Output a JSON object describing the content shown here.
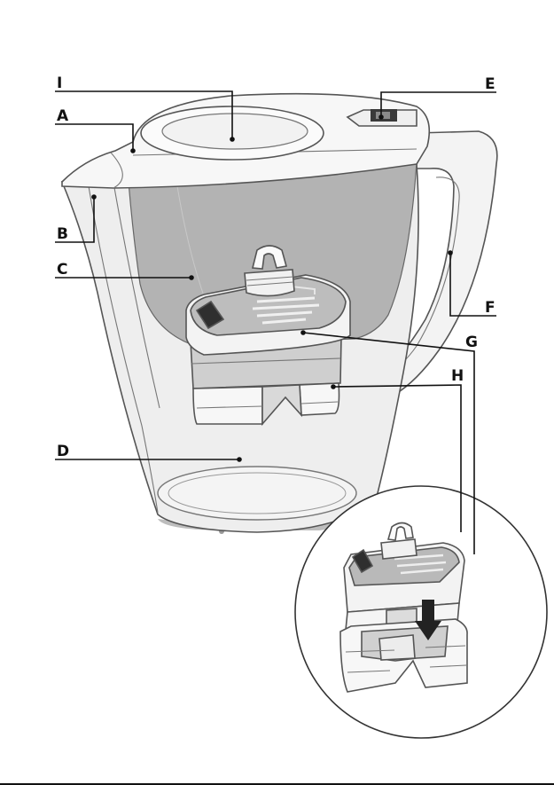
{
  "labels": {
    "A": "A",
    "B": "B",
    "C": "C",
    "D": "D",
    "E": "E",
    "F": "F",
    "G": "G",
    "H": "H",
    "I": "I"
  },
  "colors": {
    "background": "#ffffff",
    "jug_body": "#eeeeee",
    "funnel": "#b3b3b3",
    "cartridge": "#d6d6d6",
    "outline": "#555555",
    "text": "#111111"
  },
  "icons": {
    "insert_arrow": "arrow-down-icon"
  }
}
